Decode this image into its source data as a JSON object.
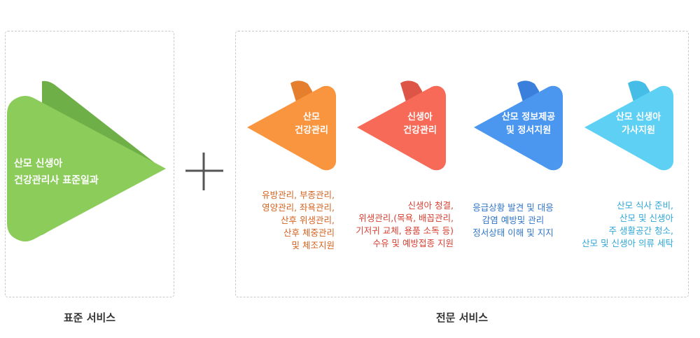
{
  "standard": {
    "caption": "표준 서비스",
    "title_lines": [
      "산모 신생아",
      "건강관리사 표준일과"
    ]
  },
  "expert": {
    "caption": "전문 서비스",
    "items": [
      {
        "title_lines": [
          "산모",
          "건강관리"
        ],
        "desc_lines": [
          "유방관리, 부종관리,",
          "영양관리, 좌욕관리,",
          "산후 위생관리,",
          "산후 체중관리",
          "및 체조지원"
        ]
      },
      {
        "title_lines": [
          "신생아",
          "건강관리"
        ],
        "desc_lines": [
          "신생아 청결,",
          "위생관리,(목욕, 배꼽관리,",
          "기저귀 교체, 용품 소독 등)",
          "수유 및 예방접종 지원"
        ]
      },
      {
        "title_lines": [
          "산모 정보제공",
          "및 정서지원"
        ],
        "desc_lines": [
          "응급상황 발견 및 대응",
          "감염 예방및 관리",
          "정서상태 이해 및 지지"
        ]
      },
      {
        "title_lines": [
          "산모 신생아",
          "가사지원"
        ],
        "desc_lines": [
          "산모 식사 준비,",
          "산모 및 신생아",
          "주 생활공간 청소,",
          "산모 및 신생아 의류 세탁"
        ]
      }
    ]
  },
  "colors": {
    "std_front": "#8ccc5a",
    "std_back": "#6faf47",
    "c1_front": "#f9953f",
    "c1_back": "#e57f2e",
    "c1_text": "#d4621f",
    "c2_front": "#f86a58",
    "c2_back": "#dc5546",
    "c2_text": "#d83f31",
    "c3_front": "#4b97f0",
    "c3_back": "#3a7fdb",
    "c3_text": "#2f74c8",
    "c4_front": "#5ed0f4",
    "c4_back": "#46bde6",
    "c4_text": "#2fa6d8"
  },
  "icons": {
    "plus": "plus-icon"
  }
}
